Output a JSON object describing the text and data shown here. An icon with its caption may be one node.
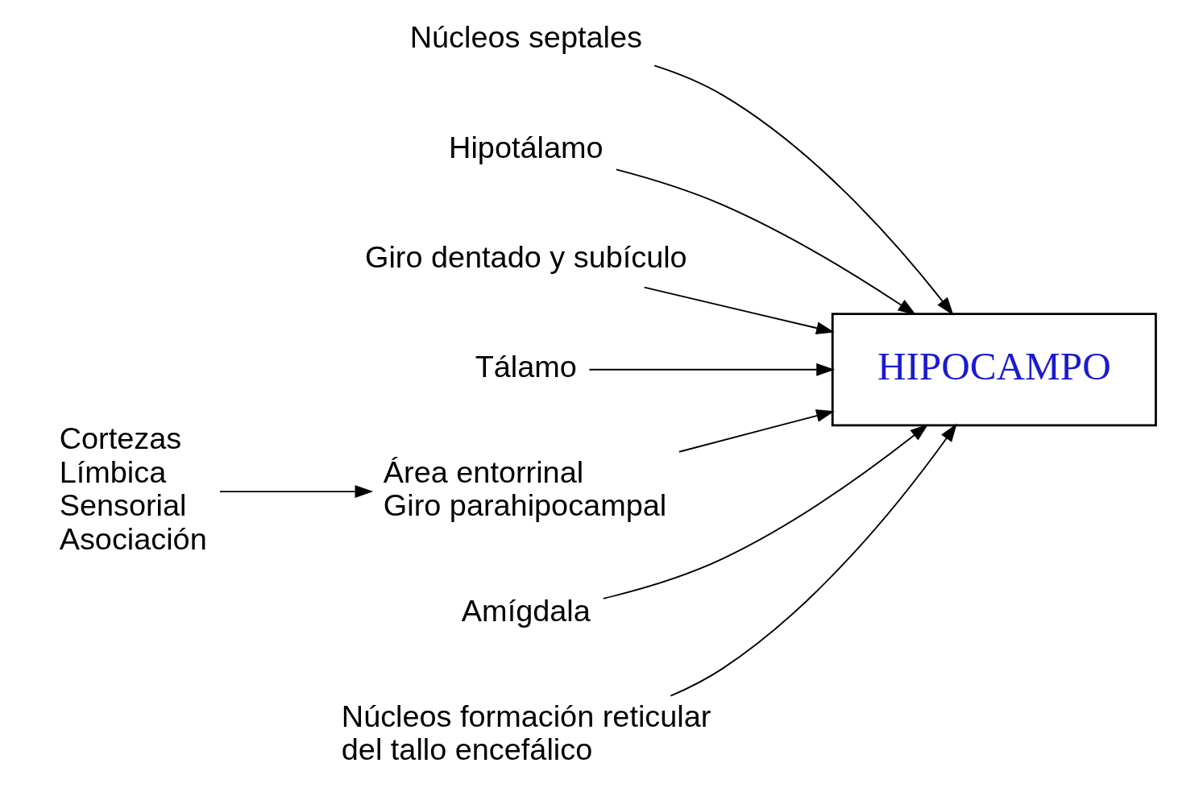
{
  "diagram": {
    "nodes": [
      {
        "text": [
          "Núcleos septales"
        ]
      },
      {
        "text": [
          "Hipotálamo"
        ]
      },
      {
        "text": [
          "Giro dentado y subículo"
        ]
      },
      {
        "text": [
          "Tálamo"
        ]
      },
      {
        "text": [
          "Cortezas Límbica Sensorial Asociación"
        ]
      },
      {
        "text": [
          "Área entorrinal Giro parahipocampal"
        ]
      },
      {
        "text": [
          "HIPOCAMPO"
        ]
      },
      {
        "text": [
          "Amígdala"
        ]
      },
      {
        "text": [
          "Núcleos formación reticular del tallo encefálico"
        ]
      }
    ],
    "edges": [
      {
        "from": 0,
        "to": 6,
        "arrow": "to"
      },
      {
        "from": 1,
        "to": 6,
        "arrow": "to"
      },
      {
        "from": 2,
        "to": 6,
        "arrow": "to"
      },
      {
        "from": 3,
        "to": 6,
        "arrow": "to"
      },
      {
        "from": 4,
        "to": 5,
        "arrow": "to"
      },
      {
        "from": 5,
        "to": 6,
        "arrow": "to"
      },
      {
        "from": 7,
        "to": 6,
        "arrow": "to"
      },
      {
        "from": 8,
        "to": 6,
        "arrow": "to"
      }
    ]
  }
}
